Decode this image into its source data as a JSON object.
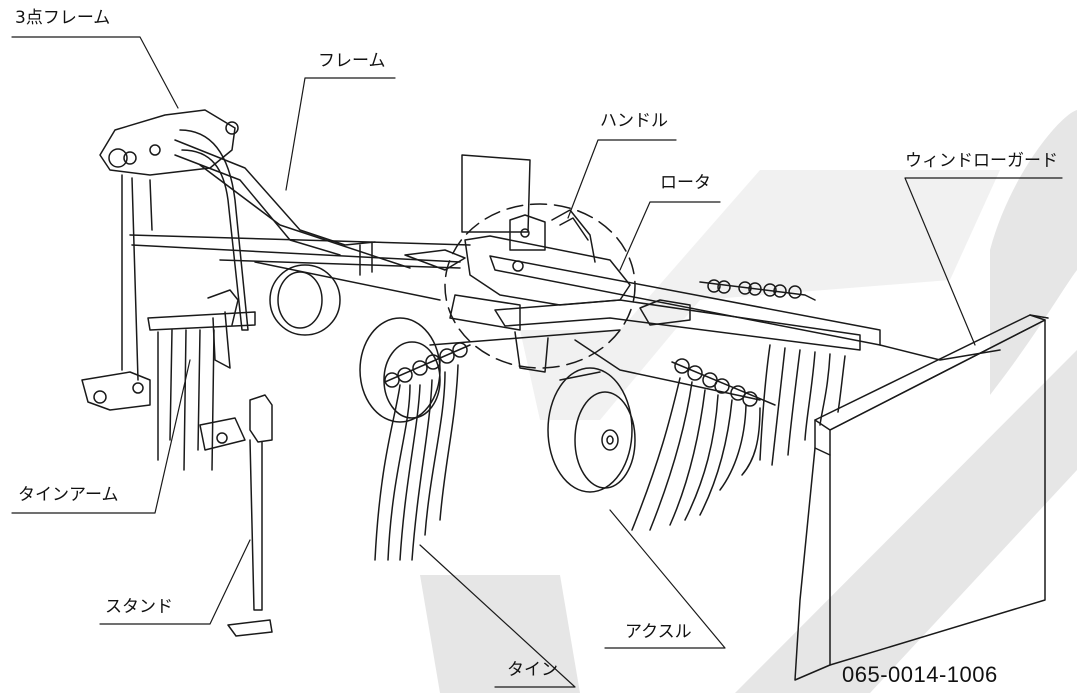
{
  "diagram": {
    "labels": {
      "three_point_frame": "3点フレーム",
      "frame": "フレーム",
      "handle": "ハンドル",
      "rotor": "ロータ",
      "windrow_guard": "ウィンドローガード",
      "tine_arm": "タインアーム",
      "stand": "スタンド",
      "tine": "タイン",
      "axle": "アクスル"
    },
    "figure_code": "065-0014-1006"
  },
  "colors": {
    "line": "#1a1a1a",
    "watermark": "#e6e6e6",
    "background": "#ffffff"
  }
}
